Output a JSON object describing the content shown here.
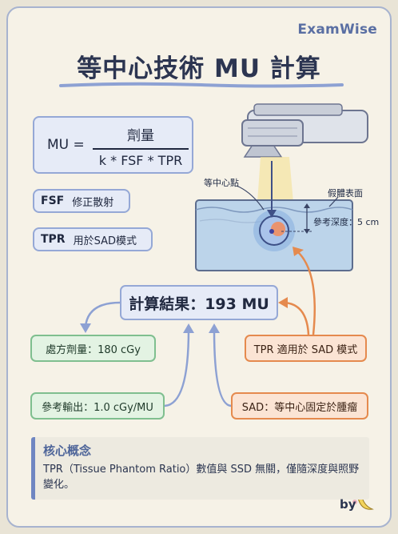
{
  "brand": "ExamWise",
  "title": "等中心技術 MU 計算",
  "formula": {
    "lhs": "MU =",
    "numerator": "劑量",
    "denominator": "k * FSF * TPR"
  },
  "abbreviations": [
    {
      "key": "FSF",
      "desc": "修正散射"
    },
    {
      "key": "TPR",
      "desc": "用於SAD模式"
    }
  ],
  "illustration": {
    "isocenter_label": "等中心點",
    "surface_label": "假體表面",
    "depth_label": "參考深度：5 cm"
  },
  "result": "計算結果：193 MU",
  "inputs": {
    "prescribed_dose": "處方劑量：180 cGy",
    "reference_output": "參考輸出：1.0 cGy/MU",
    "tpr_mode": "TPR 適用於 SAD 模式",
    "sad_note": "SAD：等中心固定於腫瘤"
  },
  "concept": {
    "heading": "核心概念",
    "body": "TPR（Tissue Phantom Ratio）數值與 SSD 無關，僅隨深度與照野變化。"
  },
  "signature": "by",
  "colors": {
    "accent_blue": "#6f86c2",
    "green": "#7fbf8f",
    "orange": "#e58a4e",
    "background": "#f6f2e7"
  }
}
